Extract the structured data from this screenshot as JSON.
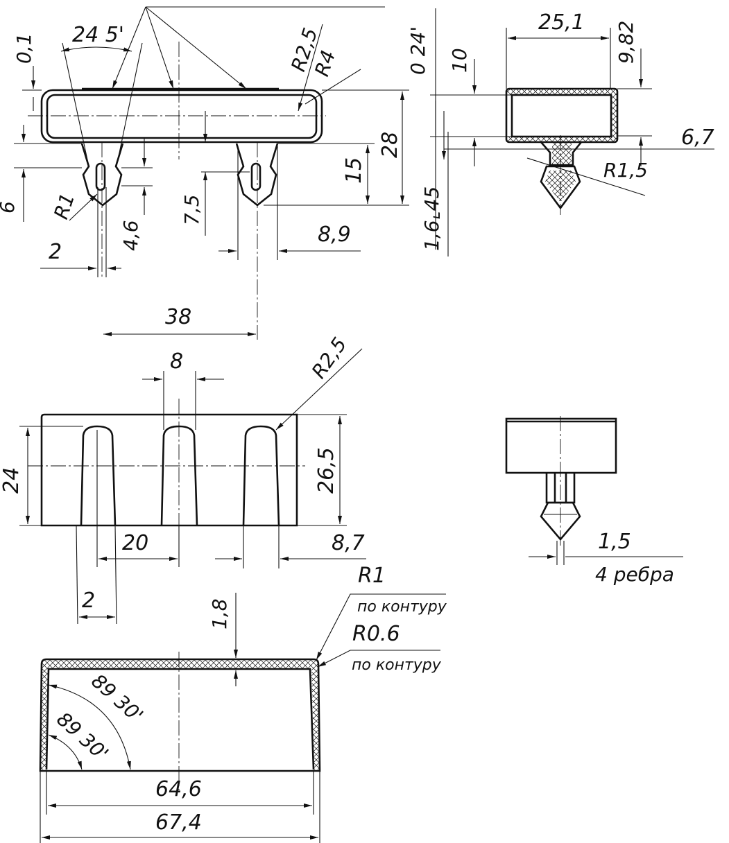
{
  "view_top_left": {
    "dims": {
      "angle_top": "24 5'",
      "offset_01": "0,1",
      "r25": "R2,5",
      "r4": "R4",
      "d28": "28",
      "d15": "15",
      "d6": "6",
      "r1": "R1",
      "d46": "4,6",
      "d2": "2",
      "d75": "7,5",
      "d89": "8,9",
      "d38": "38"
    }
  },
  "view_top_right": {
    "dims": {
      "d251": "25,1",
      "angle_side": "0 24'",
      "d10": "10",
      "d982": "9,82",
      "d67": "6,7",
      "r15": "R1,5",
      "chamfer": "1,6⌞45"
    }
  },
  "view_mid_left": {
    "dims": {
      "d8": "8",
      "r25": "R2,5",
      "d24": "24",
      "d265": "26,5",
      "d20": "20",
      "d87": "8,7",
      "d2": "2"
    }
  },
  "view_mid_right": {
    "dims": {
      "d15": "1,5",
      "ribs": "4 ребра"
    }
  },
  "view_bottom": {
    "dims": {
      "r1": "R1",
      "note1": "по контуру",
      "r06": "R0.6",
      "note2": "по контуру",
      "d18": "1,8",
      "angle1": "89 30'",
      "angle2": "89 30'",
      "d646": "64,6",
      "d674": "67,4"
    }
  }
}
